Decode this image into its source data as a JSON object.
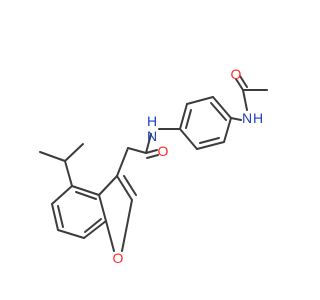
{
  "molecule": {
    "atoms": [
      {
        "label": "O",
        "color": "#ff2a2a"
      },
      {
        "label": "N",
        "color": "#1f3fbf"
      },
      {
        "label": "H",
        "color": "#1f3fbf"
      },
      {
        "label": "N",
        "color": "#1f3fbf"
      },
      {
        "label": "H",
        "color": "#1f3fbf"
      },
      {
        "label": "O",
        "color": "#ff2a2a"
      },
      {
        "label": "O",
        "color": "#ff2a2a"
      }
    ],
    "bond_color": "#3c3c3c"
  }
}
